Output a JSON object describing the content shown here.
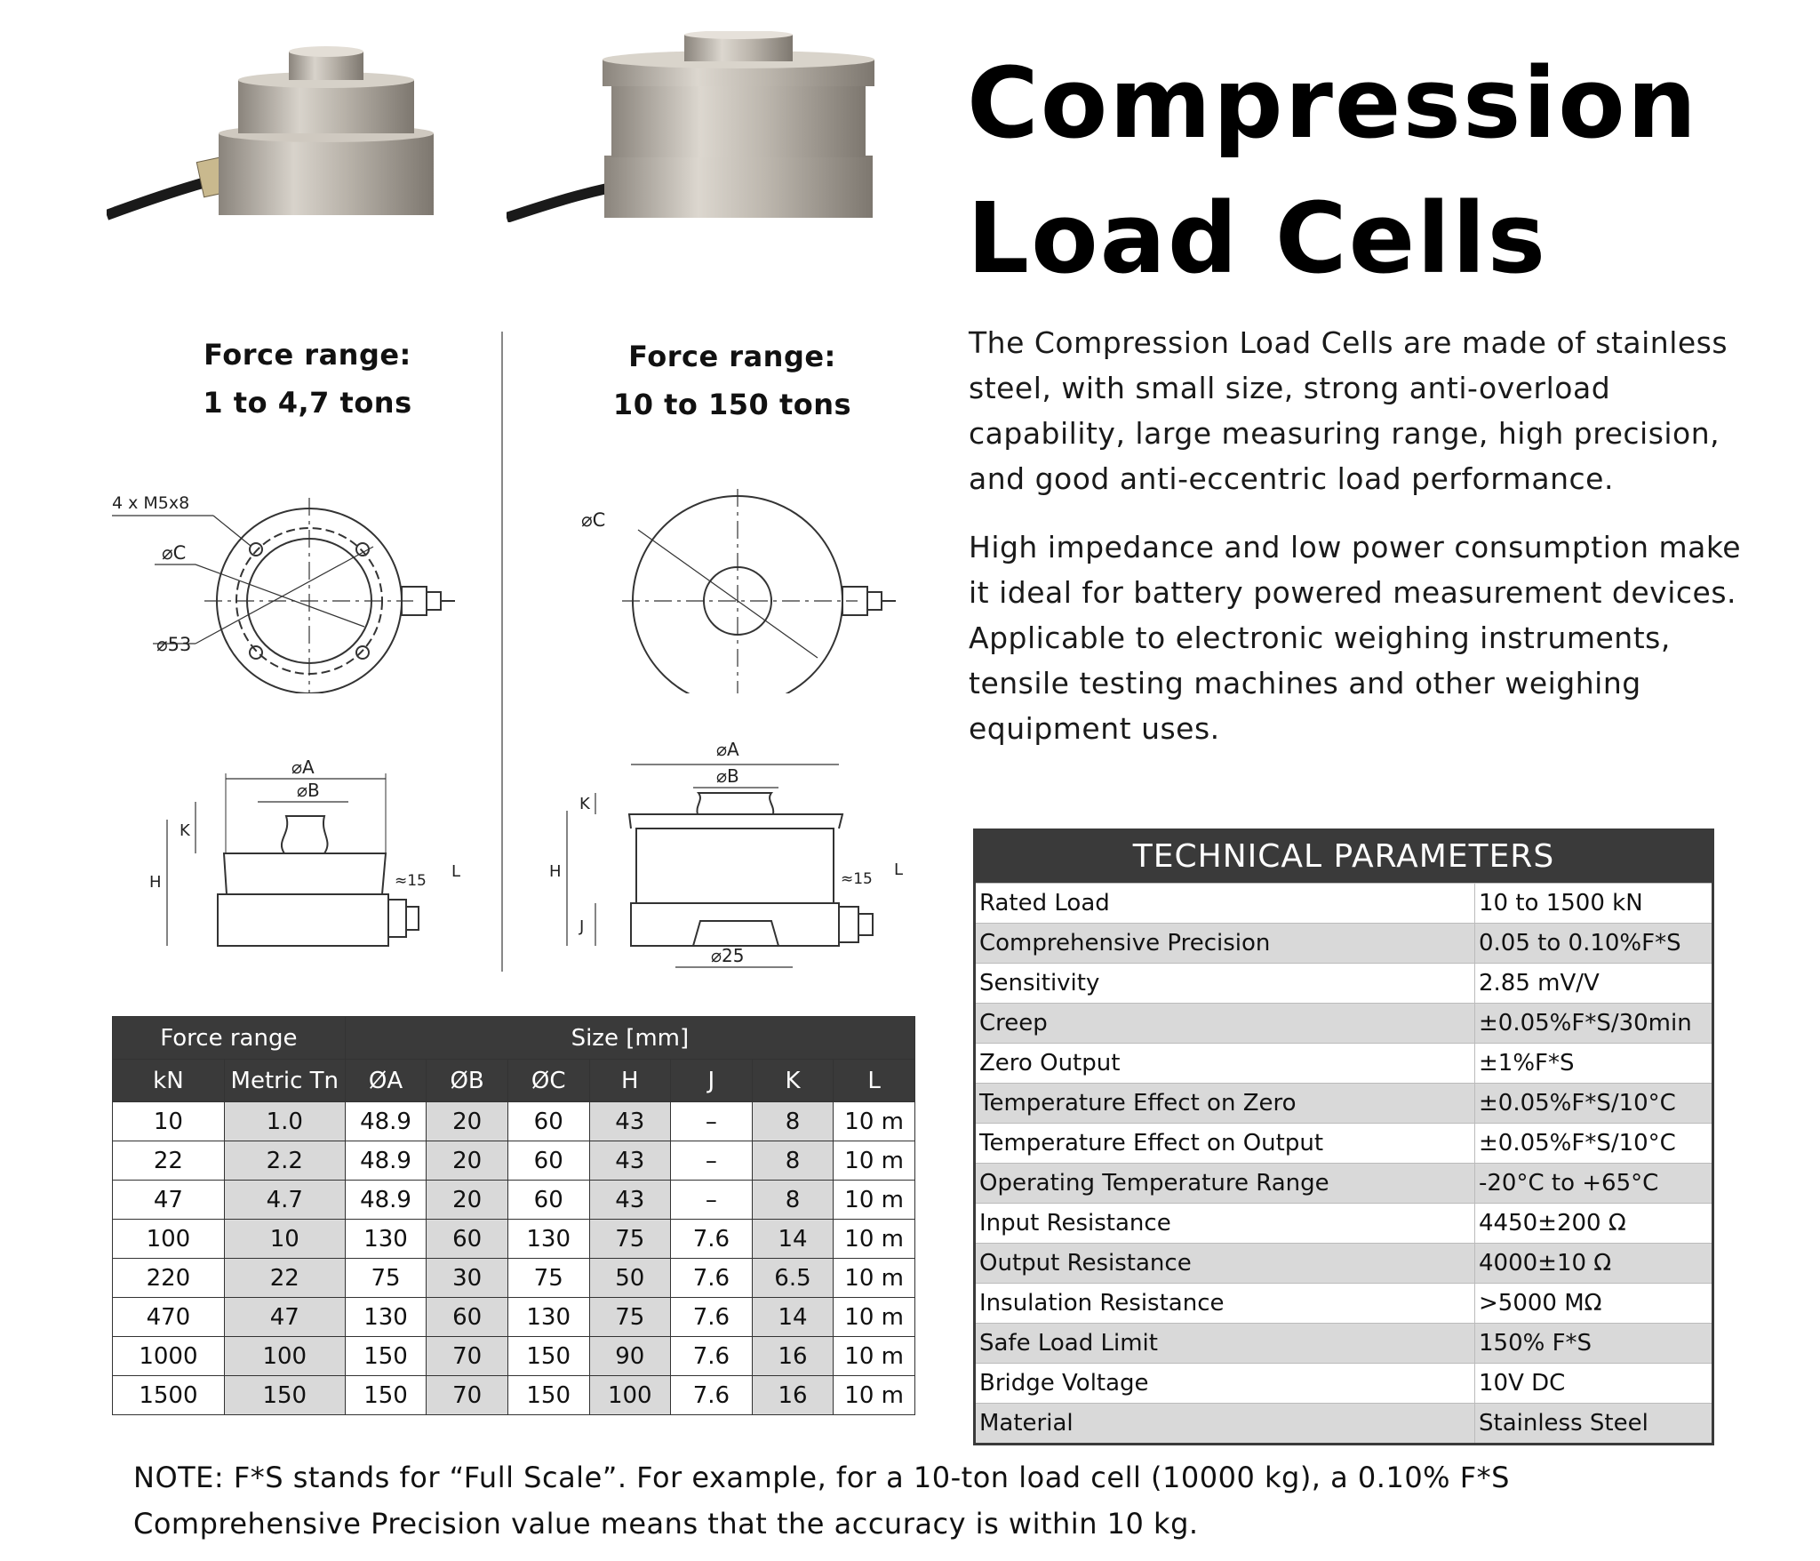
{
  "title_line1": "Compression",
  "title_line2": "Load Cells",
  "paragraph1": "The Compression Load Cells are made of stainless steel, with small size, strong anti-overload capability, large measuring range, high precision, and good anti-eccentric load performance.",
  "paragraph2": "High impedance and low power consumption make it ideal for battery powered measurement devices. Applicable to electronic weighing instruments, tensile testing machines and other weighing equipment uses.",
  "force1": {
    "label": "Force range:",
    "value": "1 to 4,7 tons"
  },
  "force2": {
    "label": "Force range:",
    "value": "10 to 150 tons"
  },
  "drawing_labels": {
    "holes": "4 x M5x8",
    "phi_c": "C",
    "phi_53": "53",
    "phi_a": "A",
    "phi_b": "B",
    "k": "K",
    "h": "H",
    "j": "J",
    "l": "L",
    "approx15": "≈15",
    "phi_25": "25"
  },
  "size_table": {
    "group_force": "Force range",
    "group_size": "Size [mm]",
    "headers": [
      "kN",
      "Metric Tn",
      "ØA",
      "ØB",
      "ØC",
      "H",
      "J",
      "K",
      "L"
    ],
    "rows": [
      [
        "10",
        "1.0",
        "48.9",
        "20",
        "60",
        "43",
        "–",
        "8",
        "10 m"
      ],
      [
        "22",
        "2.2",
        "48.9",
        "20",
        "60",
        "43",
        "–",
        "8",
        "10 m"
      ],
      [
        "47",
        "4.7",
        "48.9",
        "20",
        "60",
        "43",
        "–",
        "8",
        "10 m"
      ],
      [
        "100",
        "10",
        "130",
        "60",
        "130",
        "75",
        "7.6",
        "14",
        "10 m"
      ],
      [
        "220",
        "22",
        "75",
        "30",
        "75",
        "50",
        "7.6",
        "6.5",
        "10 m"
      ],
      [
        "470",
        "47",
        "130",
        "60",
        "130",
        "75",
        "7.6",
        "14",
        "10 m"
      ],
      [
        "1000",
        "100",
        "150",
        "70",
        "150",
        "90",
        "7.6",
        "16",
        "10 m"
      ],
      [
        "1500",
        "150",
        "150",
        "70",
        "150",
        "100",
        "7.6",
        "16",
        "10 m"
      ]
    ]
  },
  "tech": {
    "title": "TECHNICAL PARAMETERS",
    "rows": [
      [
        "Rated Load",
        "10 to 1500 kN"
      ],
      [
        "Comprehensive Precision",
        "0.05 to 0.10%F*S"
      ],
      [
        "Sensitivity",
        "2.85 mV/V"
      ],
      [
        "Creep",
        "±0.05%F*S/30min"
      ],
      [
        "Zero Output",
        "±1%F*S"
      ],
      [
        "Temperature Effect on Zero",
        "±0.05%F*S/10°C"
      ],
      [
        "Temperature Effect on Output",
        "±0.05%F*S/10°C"
      ],
      [
        "Operating Temperature Range",
        "-20°C to +65°C"
      ],
      [
        "Input Resistance",
        "4450±200 Ω"
      ],
      [
        "Output Resistance",
        "4000±10 Ω"
      ],
      [
        "Insulation Resistance",
        ">5000 MΩ"
      ],
      [
        "Safe Load Limit",
        "150% F*S"
      ],
      [
        "Bridge Voltage",
        "10V DC"
      ],
      [
        "Material",
        "Stainless Steel"
      ]
    ]
  },
  "note_line1": "NOTE: F*S stands for “Full Scale”. For example, for a 10-ton load cell (10000 kg), a 0.10% F*S",
  "note_line2": "Comprehensive Precision value means that the accuracy is within 10 kg."
}
